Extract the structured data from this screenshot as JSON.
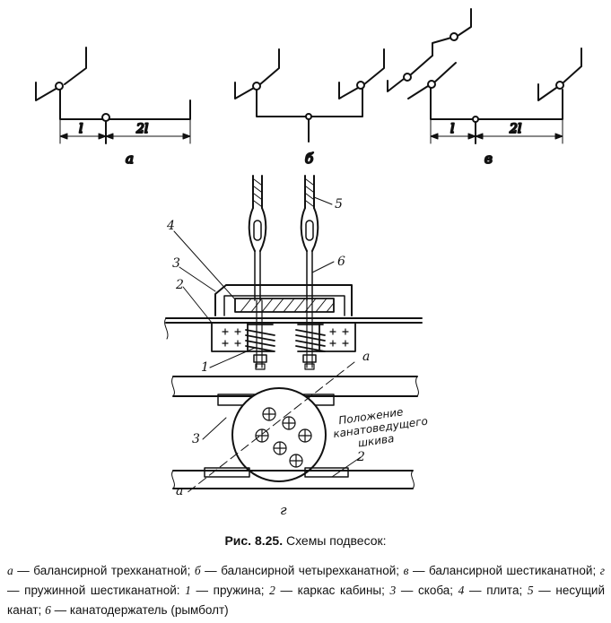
{
  "figure": {
    "caption_prefix": "Рис. 8.25.",
    "caption_text": " Схемы подвесок:",
    "legend": [
      {
        "key": "а",
        "text": " — балансирной трехканатной; "
      },
      {
        "key": "б",
        "text": " — балансирной четырехканатной; "
      },
      {
        "key": "в",
        "text": " — балансирной шестиканатной; "
      },
      {
        "key": "г",
        "text": " — пружинной шестиканатной: "
      },
      {
        "key": "1",
        "text": " — пружина; "
      },
      {
        "key": "2",
        "text": " — каркас кабины; "
      },
      {
        "key": "3",
        "text": " — скоба; "
      },
      {
        "key": "4",
        "text": " — плита; "
      },
      {
        "key": "5",
        "text": " — несущий канат; "
      },
      {
        "key": "6",
        "text": " — канатодержатель (рымболт)"
      }
    ]
  },
  "diagrams": {
    "a_label": "а",
    "b_label": "б",
    "v_label": "в",
    "g_label": "г",
    "dim_l": "l",
    "dim_2l": "2l"
  },
  "detail_labels": {
    "n1": "1",
    "n2": "2",
    "n3": "3",
    "n4": "4",
    "n5": "5",
    "n6": "6",
    "section": "а"
  },
  "sheave_note": [
    "Положение",
    "канатоведущего",
    "шкива"
  ]
}
